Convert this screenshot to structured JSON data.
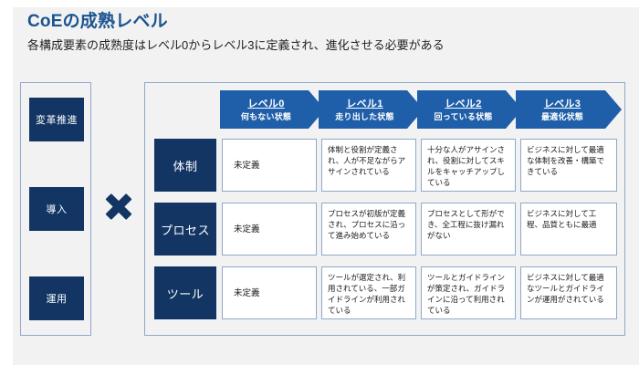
{
  "header": {
    "title": "CoEの成熟レベル",
    "subtitle": "各構成要素の成熟度はレベル0からレベル3に定義され、進化させる必要がある",
    "title_color": "#1c5490"
  },
  "operator": {
    "symbol_name": "multiply-icon",
    "color": "#123564"
  },
  "left_panel": {
    "items": [
      {
        "label": "変革推進"
      },
      {
        "label": "導入"
      },
      {
        "label": "運用"
      }
    ]
  },
  "levels": [
    {
      "title": "レベル0",
      "sub": "何もない状態"
    },
    {
      "title": "レベル1",
      "sub": "走り出した状態"
    },
    {
      "title": "レベル2",
      "sub": "回っている状態"
    },
    {
      "title": "レベル3",
      "sub": "最適化状態"
    }
  ],
  "rows": [
    {
      "label": "体制",
      "cells": [
        "未定義",
        "体制と役割が定義され、人が不足ながらアサインされている",
        "十分な人がアサインされ、役割に対してスキルをキャッチアップしている",
        "ビジネスに対して最適な体制を改善・構築できている"
      ]
    },
    {
      "label": "プロセス",
      "cells": [
        "未定義",
        "プロセスが初版が定義され、プロセスに沿って進み始めている",
        "プロセスとして形ができ、全工程に抜け漏れがない",
        "ビジネスに対して工程、品質ともに最適"
      ]
    },
    {
      "label": "ツール",
      "cells": [
        "未定義",
        "ツールが選定され、利用されている、一部ガイドラインが利用されている",
        "ツールとガイドラインが策定され、ガイドラインに沿って利用されている",
        "ビジネスに対して最適なツールとガイドラインが運用がされている"
      ]
    }
  ],
  "colors": {
    "navy": "#123564",
    "chevron_blue": "#1f5fa9",
    "panel_border": "#8fa8c8",
    "background": "#f2f2f2"
  }
}
